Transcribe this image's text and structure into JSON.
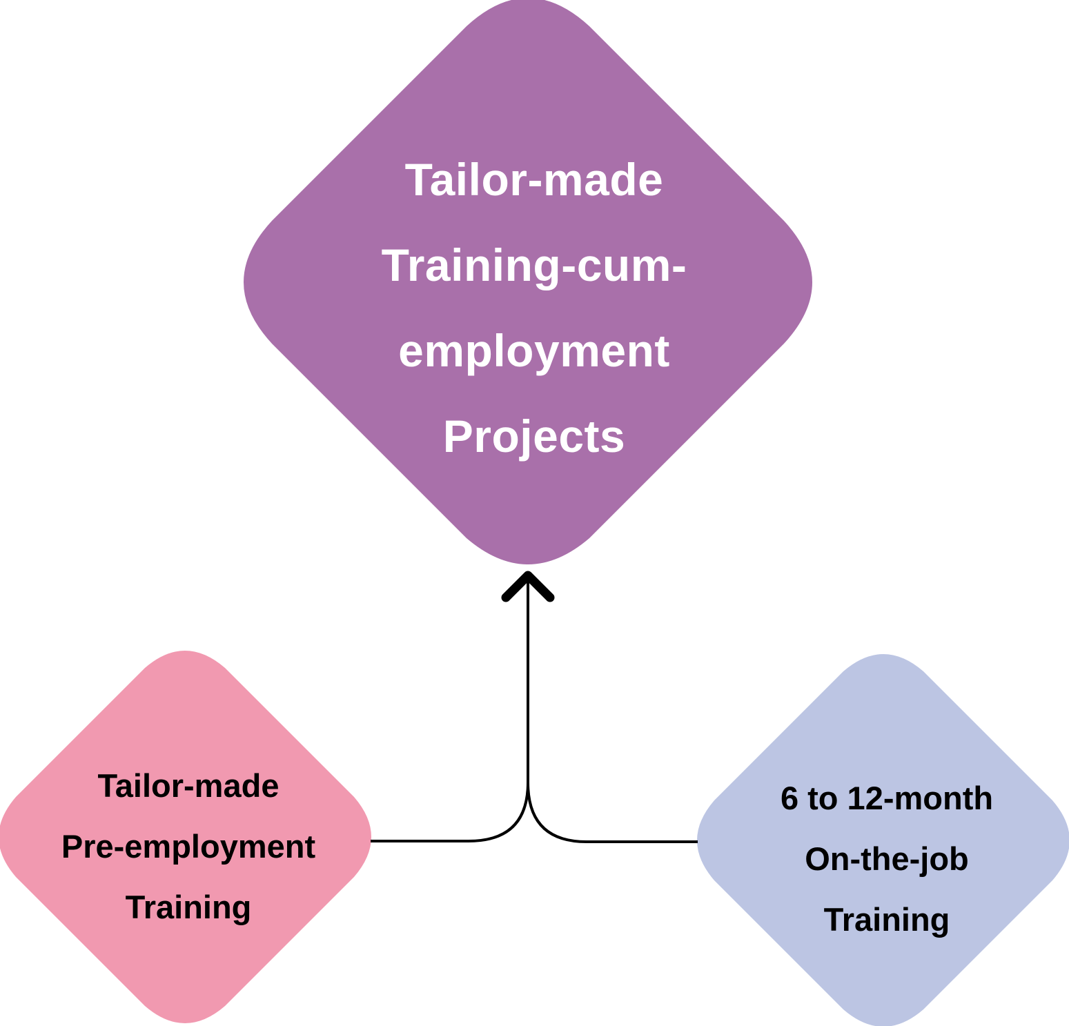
{
  "diagram": {
    "nodes": {
      "top": {
        "lines": [
          "Tailor-made",
          "Training-cum-",
          "employment",
          "Projects"
        ],
        "fill": "#a970aa",
        "text_color": "#ffffff"
      },
      "left": {
        "lines": [
          "Tailor-made",
          "Pre-employment",
          "Training"
        ],
        "fill": "#f199b0",
        "text_color": "#000000"
      },
      "right": {
        "lines": [
          "6 to 12-month",
          "On-the-job",
          "Training"
        ],
        "fill": "#bcc5e3",
        "text_color": "#000000"
      }
    },
    "connector_color": "#000000"
  }
}
